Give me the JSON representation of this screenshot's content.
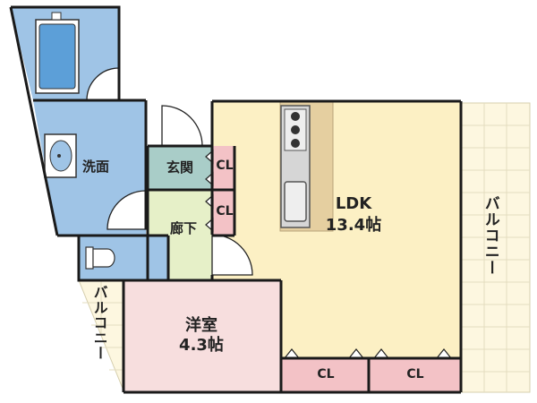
{
  "rooms": {
    "ldk": {
      "name": "LDK",
      "size": "13.4帖"
    },
    "western": {
      "name": "洋室",
      "size": "4.3帖"
    },
    "washroom": {
      "name": "洗面"
    },
    "entrance": {
      "name": "玄関"
    },
    "hallway": {
      "name": "廊下"
    },
    "balcony_right": {
      "name": "バルコニー"
    },
    "balcony_left": {
      "name": "バルコニー"
    }
  },
  "closets": {
    "entrance_cl": "CL",
    "hall_cl": "CL",
    "ldk_cl_1": "CL",
    "ldk_cl_2": "CL"
  },
  "colors": {
    "ldk": "#fcf0c4",
    "wet_area": "#9fc4e6",
    "entrance": "#a9cdc8",
    "hallway": "#e6f0c8",
    "western": "#f7dede",
    "closet": "#f3c2c6",
    "counter": "#e5cfa0",
    "balcony": "#fdf7e0",
    "wall": "#1a1a1a"
  }
}
